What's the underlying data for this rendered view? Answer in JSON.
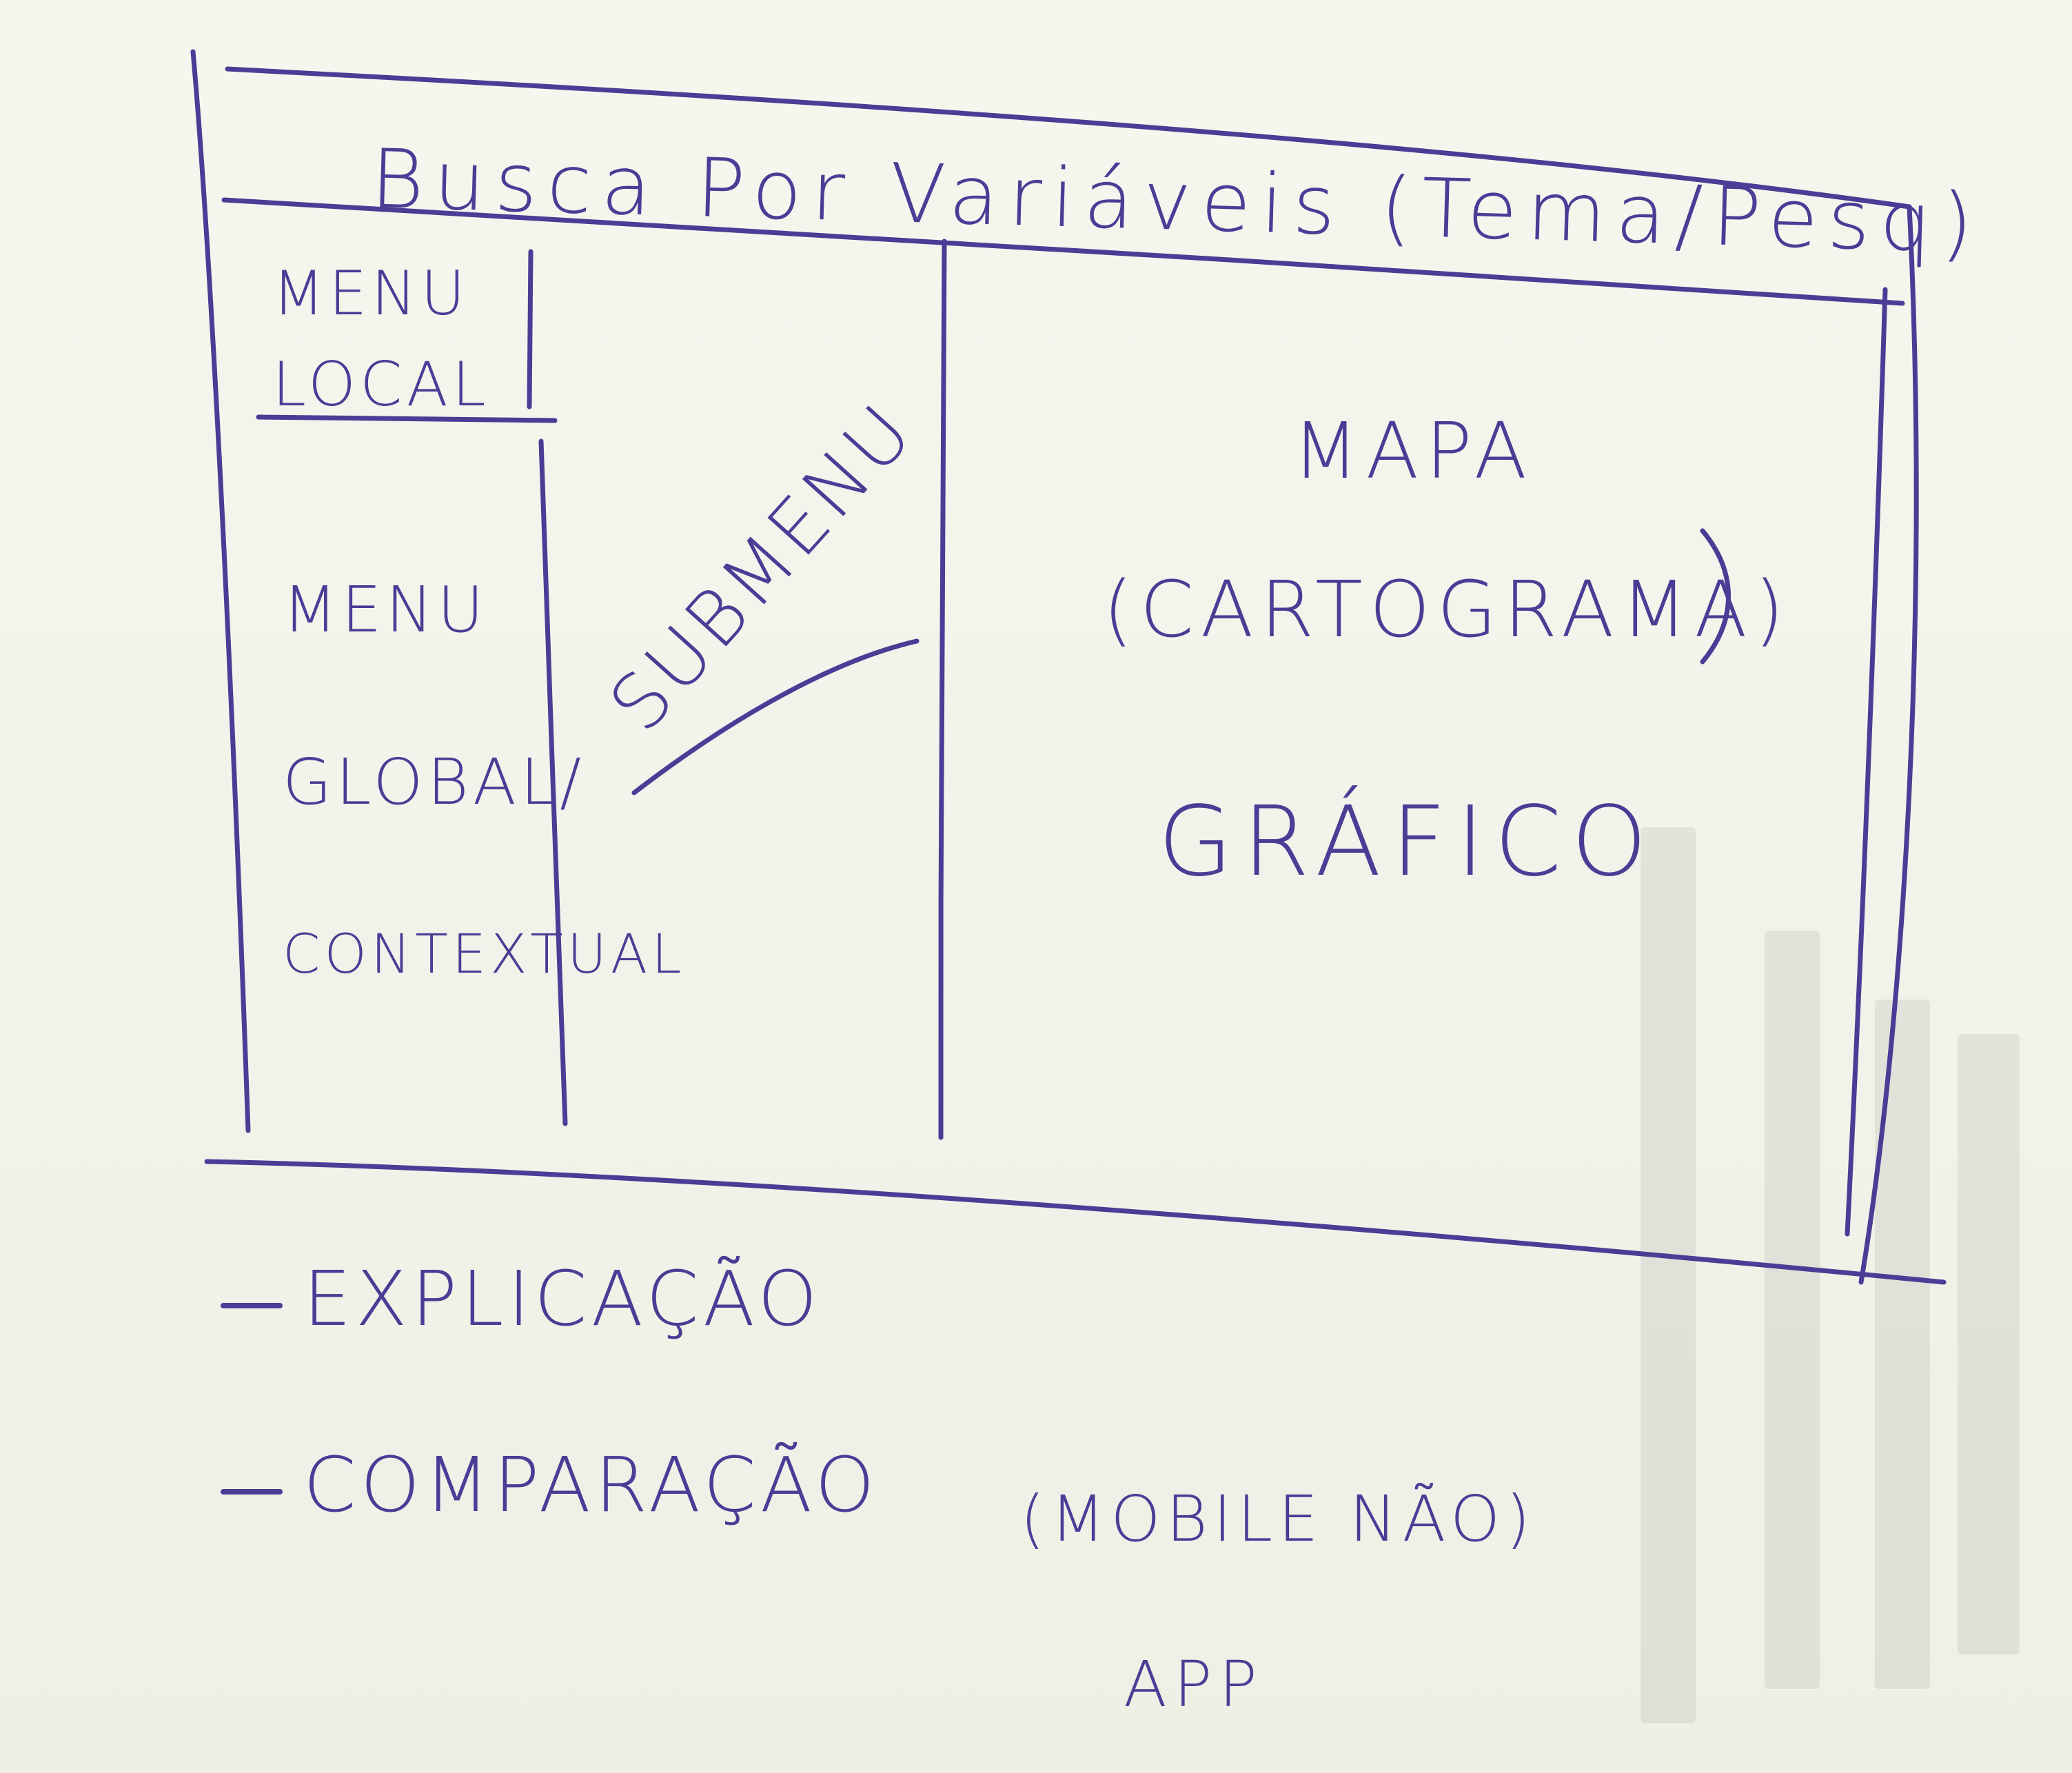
{
  "sketch": {
    "title": "Busca Por Variáveis (Tema/Pesq)",
    "local_menu": "MENU LOCAL",
    "global_menu": [
      "MENU",
      "GLOBAL/",
      "CONTEXTUAL"
    ],
    "submenu": "SUBMENU",
    "map": [
      "MAPA",
      "(CARTOGRAMA)"
    ],
    "chart": "GRÁFICO",
    "notes": [
      "EXPLICAÇÃO",
      "COMPARAÇÃO"
    ],
    "mobile_note": "(MOBILE NÃO)",
    "app_note": "APP"
  },
  "colors": {
    "ink": "#4a3d96",
    "paper": "#f3f3ec"
  }
}
